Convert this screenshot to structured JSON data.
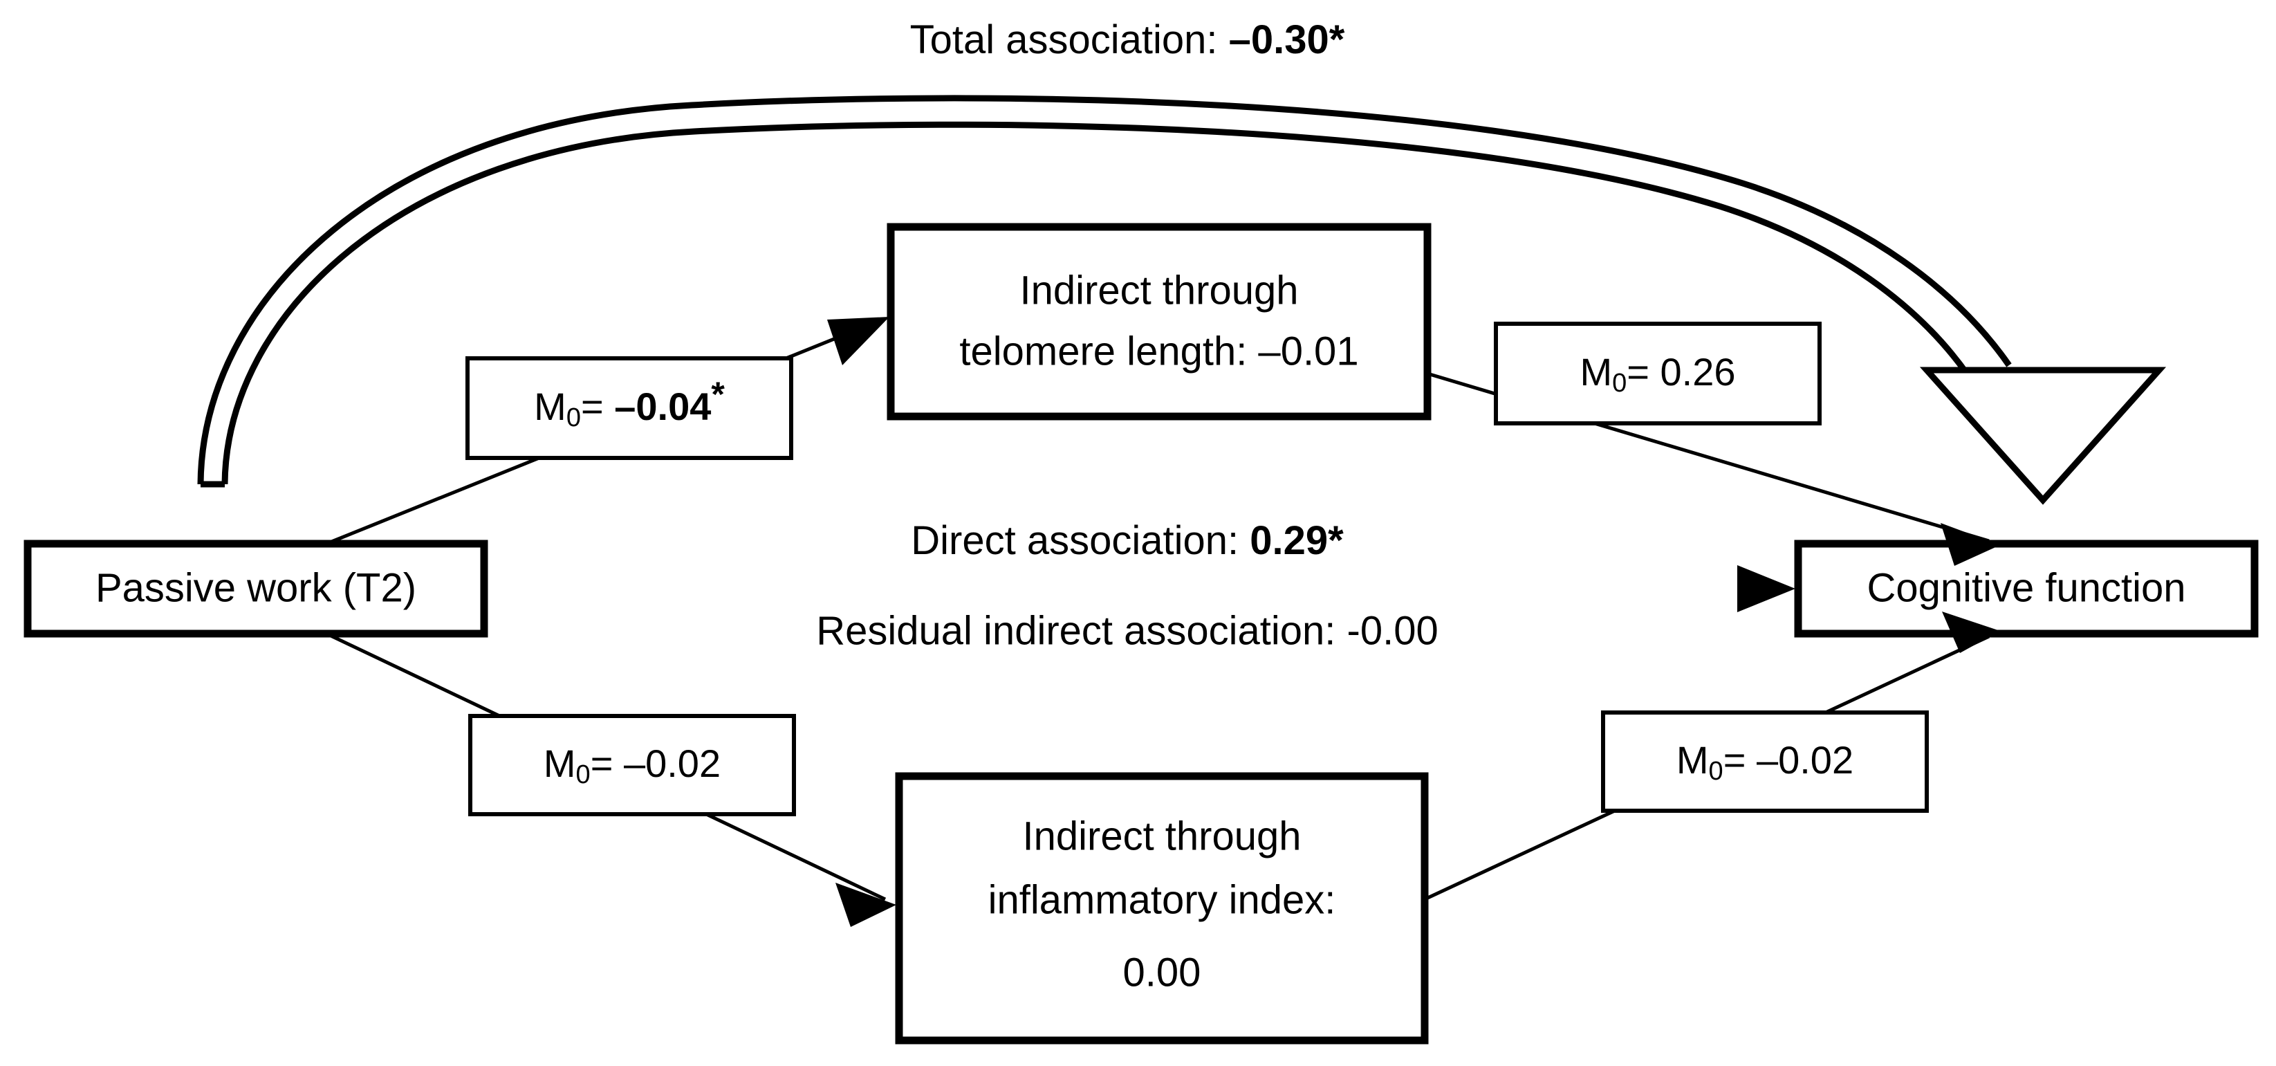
{
  "diagram": {
    "type": "mediation-path-diagram",
    "colors": {
      "stroke": "#000000",
      "background": "#ffffff",
      "fill": "#ffffff"
    },
    "nodes": {
      "predictor": {
        "label": "Passive work (T2)"
      },
      "outcome": {
        "label": "Cognitive function"
      },
      "mediator_telomere": {
        "line1": "Indirect through",
        "line2": "telomere length: –0.01"
      },
      "mediator_inflammatory": {
        "line1": "Indirect through",
        "line2": "inflammatory index:",
        "line3": "0.00"
      }
    },
    "path_labels": {
      "a_telomere": {
        "prefix": "M",
        "subscript": "0",
        "equals": "= ",
        "value": "–0.04",
        "star": "*",
        "bold": true
      },
      "b_telomere": {
        "prefix": "M",
        "subscript": "0",
        "equals": "= ",
        "value": "0.26",
        "star": "",
        "bold": false
      },
      "a_inflammatory": {
        "prefix": "M",
        "subscript": "0",
        "equals": "= ",
        "value": "–0.02",
        "star": "",
        "bold": false
      },
      "b_inflammatory": {
        "prefix": "M",
        "subscript": "0",
        "equals": "= ",
        "value": "–0.02",
        "star": "",
        "bold": false
      }
    },
    "associations": {
      "total": {
        "text": "Total association: ",
        "value": "–0.30*",
        "bold_value": true
      },
      "direct": {
        "text": "Direct association:  ",
        "value": "0.29*",
        "bold_value": true
      },
      "residual_indirect": {
        "text": "Residual indirect association: -0.00",
        "value": "",
        "bold_value": false
      }
    }
  }
}
